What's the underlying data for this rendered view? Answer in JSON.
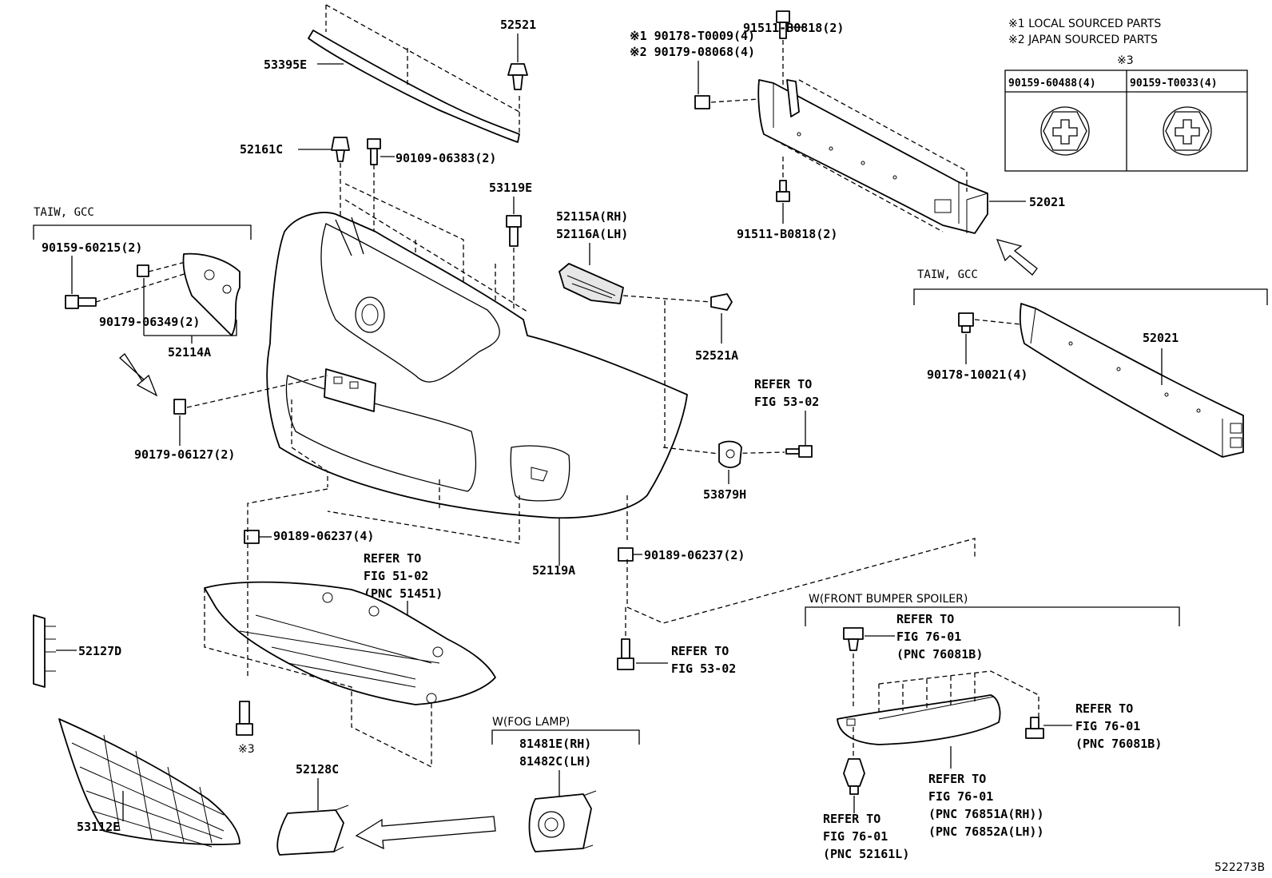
{
  "diagram": {
    "legend": {
      "note1": "※1 LOCAL SOURCED PARTS",
      "note2": "※2 JAPAN SOURCED PARTS",
      "note3": "※3",
      "table_left": "90159-60488(4)",
      "table_right": "90159-T0033(4)"
    },
    "labels": {
      "p52521": "52521",
      "p53395E": "53395E",
      "p52161C": "52161C",
      "p90109": "90109-06383(2)",
      "p53119E": "53119E",
      "taiw_left": "TAIW, GCC",
      "p90159_60215": "90159-60215(2)",
      "p90179_06349": "90179-06349(2)",
      "p52114A": "52114A",
      "p90179_06127": "90179-06127(2)",
      "p52115A": "52115A(RH)",
      "p52116A": "52116A(LH)",
      "p52521A": "52521A",
      "refer_5302_a1": "REFER TO",
      "refer_5302_a2": "FIG 53-02",
      "p53879H": "53879H",
      "p52119A": "52119A",
      "p90189_l": "90189-06237(4)",
      "p90189_r": "90189-06237(2)",
      "refer_5102_1": "REFER TO",
      "refer_5102_2": "FIG 51-02",
      "refer_5102_3": "(PNC 51451)",
      "p52127D": "52127D",
      "note3_small": "※3",
      "refer_5302_b1": "REFER TO",
      "refer_5302_b2": "FIG 53-02",
      "p53112E": "53112E",
      "p52128C": "52128C",
      "fog": "W(FOG LAMP)",
      "p81481E": "81481E(RH)",
      "p81482C": "81482C(LH)",
      "n1_90178": "※1 90178-T0009(4)",
      "n2_90179": "※2 90179-08068(4)",
      "p91511_top": "91511-B0818(2)",
      "p91511_bot": "91511-B0818(2)",
      "p52021_top": "52021",
      "taiw_right": "TAIW, GCC",
      "p90178_10021": "90178-10021(4)",
      "p52021_bot": "52021",
      "spoiler": "W(FRONT BUMPER SPOILER)",
      "r7601a_1": "REFER TO",
      "r7601a_2": "FIG 76-01",
      "r7601a_3": "(PNC 76081B)",
      "r7601b_1": "REFER TO",
      "r7601b_2": "FIG 76-01",
      "r7601b_3": "(PNC 76081B)",
      "r7601c_1": "REFER TO",
      "r7601c_2": "FIG 76-01",
      "r7601c_3": "(PNC 76851A(RH))",
      "r7601c_4": "(PNC 76852A(LH))",
      "r7601d_1": "REFER TO",
      "r7601d_2": "FIG 76-01",
      "r7601d_3": "(PNC 52161L)",
      "fig_code": "522273B"
    }
  }
}
